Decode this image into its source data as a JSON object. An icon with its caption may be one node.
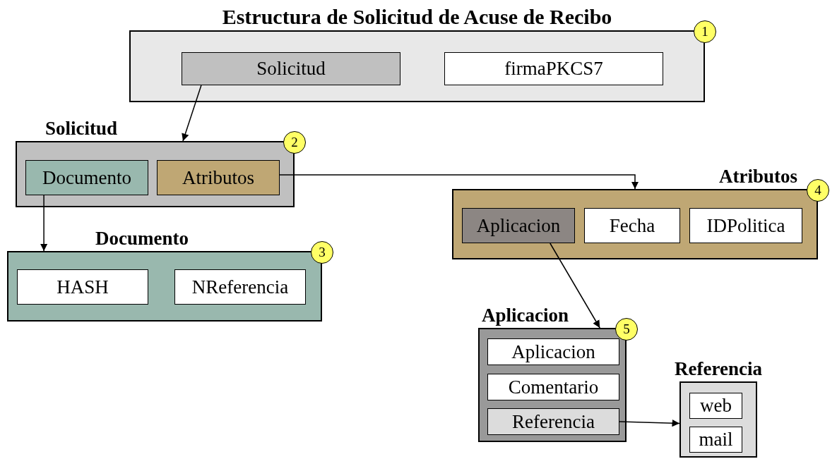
{
  "diagram": {
    "nodes": [
      {
        "text": [
          "Estructura de Solicitud de Acuse de Recibo"
        ],
        "beside": [
          "1"
        ]
      },
      {
        "text": [
          "Solicitud"
        ],
        "in": 0
      },
      {
        "text": [
          "firmaPKCS7"
        ],
        "in": 0
      },
      {
        "text": [
          "Solicitud"
        ],
        "beside": [
          "2"
        ]
      },
      {
        "text": [
          "Documento"
        ],
        "in": 3
      },
      {
        "text": [
          "Atributos"
        ],
        "in": 3
      },
      {
        "text": [
          "Documento"
        ],
        "beside": [
          "3"
        ]
      },
      {
        "text": [
          "HASH"
        ],
        "in": 6
      },
      {
        "text": [
          "NReferencia"
        ],
        "in": 6
      },
      {
        "text": [
          "Atributos"
        ],
        "beside": [
          "4"
        ]
      },
      {
        "text": [
          "Aplicacion"
        ],
        "in": 9
      },
      {
        "text": [
          "Fecha"
        ],
        "in": 9
      },
      {
        "text": [
          "IDPolitica"
        ],
        "in": 9
      },
      {
        "text": [
          "Aplicacion"
        ],
        "beside": [
          "5"
        ]
      },
      {
        "text": [
          "Aplicacion"
        ],
        "in": 13
      },
      {
        "text": [
          "Comentario"
        ],
        "in": 13
      },
      {
        "text": [
          "Referencia"
        ],
        "in": 13
      },
      {
        "text": [
          "Referencia"
        ]
      },
      {
        "text": [
          "web"
        ],
        "in": 17
      },
      {
        "text": [
          "mail"
        ],
        "in": 17
      }
    ],
    "edges": [
      {
        "from": 1,
        "to": 3,
        "arrow": "to"
      },
      {
        "from": 4,
        "to": 6,
        "arrow": "to"
      },
      {
        "from": 5,
        "to": 9,
        "arrow": "to"
      },
      {
        "from": 10,
        "to": 13,
        "arrow": "to"
      },
      {
        "from": 16,
        "to": 17,
        "arrow": "to"
      }
    ]
  }
}
